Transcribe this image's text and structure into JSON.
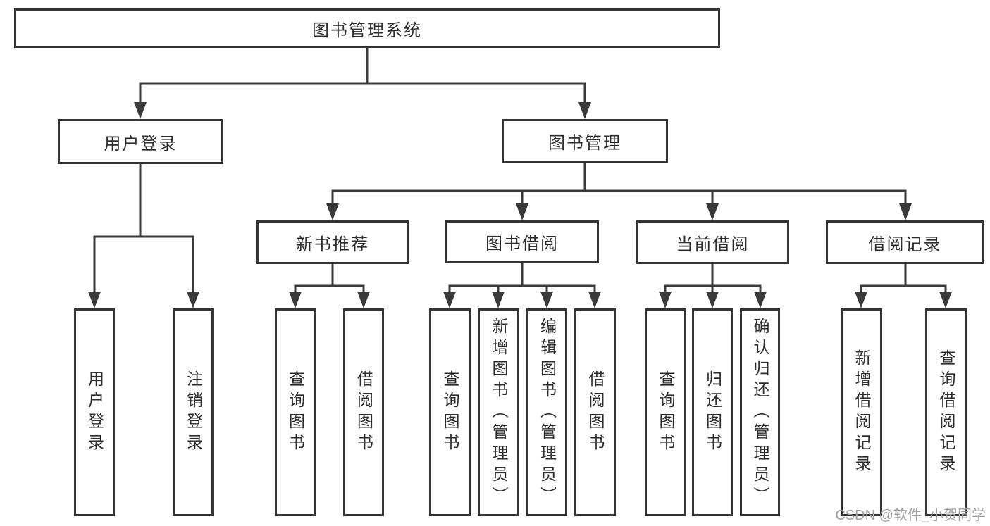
{
  "diagram": {
    "root": {
      "label": "图书管理系统"
    },
    "branches": [
      {
        "label": "用户登录",
        "children": [
          {
            "label": "用户登录"
          },
          {
            "label": "注销登录"
          }
        ]
      },
      {
        "label": "图书管理",
        "children": [
          {
            "label": "新书推荐",
            "children": [
              {
                "label": "查询图书"
              },
              {
                "label": "借阅图书"
              }
            ]
          },
          {
            "label": "图书借阅",
            "children": [
              {
                "label": "查询图书"
              },
              {
                "label": "新增图书（管理员）"
              },
              {
                "label": "编辑图书（管理员）"
              },
              {
                "label": "借阅图书"
              }
            ]
          },
          {
            "label": "当前借阅",
            "children": [
              {
                "label": "查询图书"
              },
              {
                "label": "归还图书"
              },
              {
                "label": "确认归还（管理员）"
              }
            ]
          },
          {
            "label": "借阅记录",
            "children": [
              {
                "label": "新增借阅记录"
              },
              {
                "label": "查询借阅记录"
              }
            ]
          }
        ]
      }
    ]
  },
  "watermark": {
    "text": "CSDN @软件_小贺同学"
  },
  "colors": {
    "line": "#3a3a3a",
    "border": "#333333",
    "text": "#2d2d2d",
    "watermark": "#a0a0a0",
    "background": "#ffffff"
  }
}
